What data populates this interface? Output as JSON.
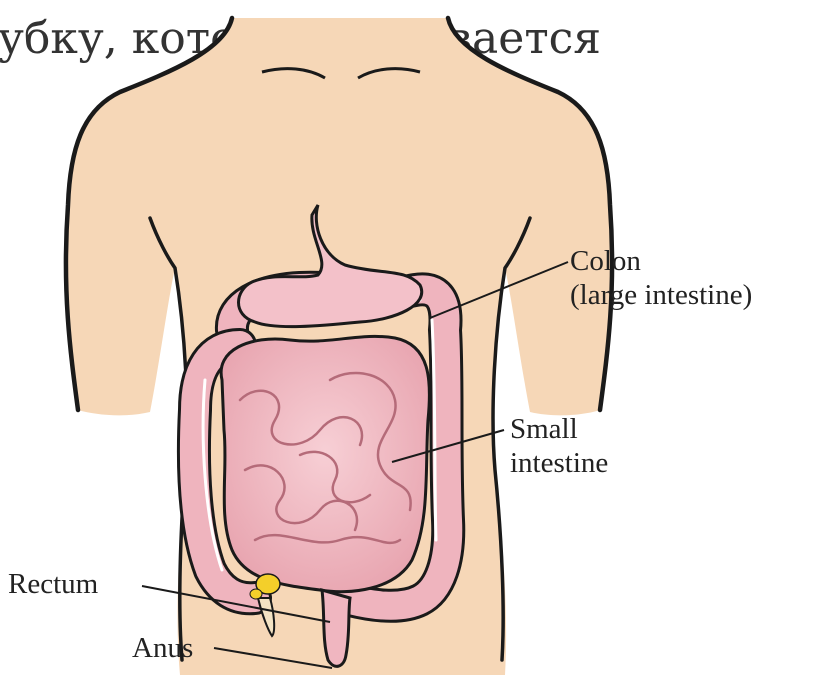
{
  "caption": {
    "text": "убку, которая называется"
  },
  "labels": {
    "colon": {
      "line1": "Colon",
      "line2": "(large intestine)"
    },
    "small_intestine": {
      "line1": "Small",
      "line2": "intestine"
    },
    "rectum": {
      "text": "Rectum"
    },
    "anus": {
      "text": "Anus"
    }
  },
  "colors": {
    "skin": "#f6d7b7",
    "outline": "#1a1a1a",
    "organ": "#f2bcc4",
    "organ_shadow": "#cf8d98",
    "appendix_yellow": "#f4cf2a"
  }
}
